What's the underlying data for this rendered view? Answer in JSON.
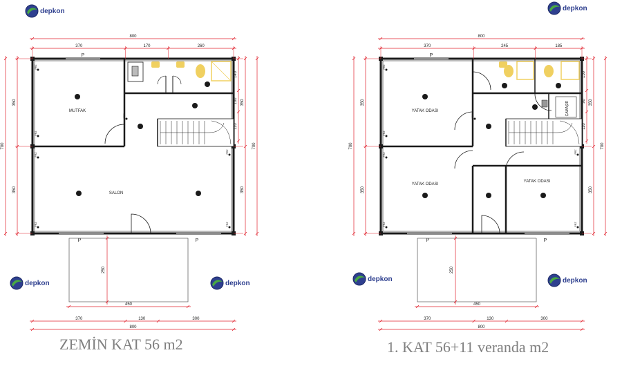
{
  "brand": {
    "name": "depkon",
    "color_blue": "#2e3f8f",
    "color_green": "#49a942"
  },
  "colors": {
    "dimension": "#e0202c",
    "wall": "#1a1a1a",
    "fixture": "#f0d060"
  },
  "plans": [
    {
      "id": "zemin",
      "title": "ZEMİN KAT 56 m2",
      "rooms": [
        "MUTFAK",
        "SALON"
      ],
      "dims": {
        "top_total": "800",
        "top_parts": [
          "370",
          "170",
          "260"
        ],
        "left_total": "700",
        "left_parts": [
          "350",
          "350"
        ],
        "right_total": "700",
        "right_parts_outer": [
          "350",
          "350"
        ],
        "right_parts_inner": [
          "140",
          "100",
          "110"
        ],
        "bottom_total": "800",
        "bottom_parts": [
          "370",
          "130",
          "300"
        ],
        "veranda_width": "450",
        "veranda_depth": "250"
      },
      "switch_label": "P",
      "socket_label": "PRZ"
    },
    {
      "id": "kat1",
      "title": "1. KAT 56+11 veranda m2",
      "rooms": [
        "YATAK ODASI",
        "YATAK ODASI",
        "YATAK ODASI",
        "ÇAMAŞIR"
      ],
      "dims": {
        "top_total": "800",
        "top_parts": [
          "370",
          "245",
          "185"
        ],
        "left_total": "700",
        "left_parts": [
          "350",
          "350"
        ],
        "right_total": "700",
        "right_parts_outer": [
          "350",
          "350"
        ],
        "right_parts_inner": [
          "150",
          "90",
          "110"
        ],
        "bottom_total": "800",
        "bottom_parts": [
          "370",
          "130",
          "300"
        ],
        "veranda_width": "450",
        "veranda_depth": "250"
      },
      "switch_label": "P",
      "socket_label": "PRZ"
    }
  ]
}
